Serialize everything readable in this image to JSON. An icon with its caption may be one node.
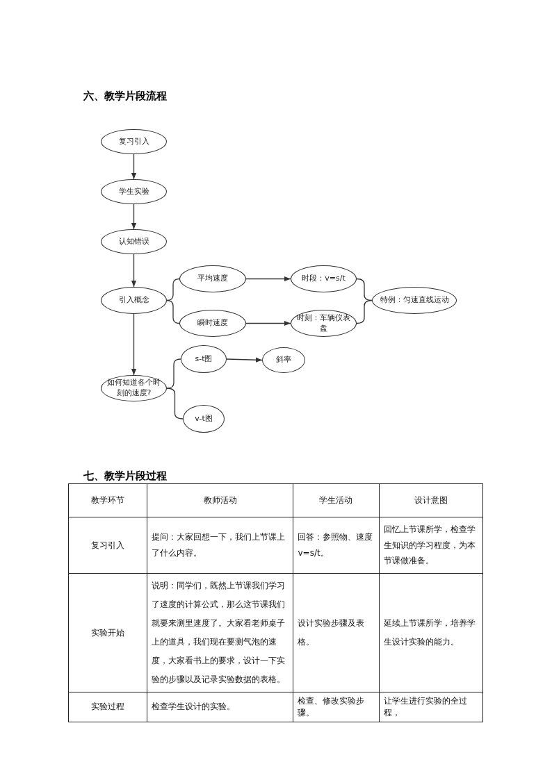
{
  "diagram": {
    "title": "六、教学片段流程",
    "nodes": [
      {
        "text": [
          "复习引入"
        ]
      },
      {
        "text": [
          "学生实验"
        ]
      },
      {
        "text": [
          "认知错误"
        ]
      },
      {
        "text": [
          "引入概念"
        ]
      },
      {
        "text": [
          "平均速度"
        ]
      },
      {
        "text": [
          "瞬时速度"
        ]
      },
      {
        "text": [
          "时段：v=s/t"
        ]
      },
      {
        "text": [
          "时刻：车辆仪表盘"
        ]
      },
      {
        "text": [
          "特例：匀速直线运动"
        ]
      },
      {
        "text": [
          "如何知道各个时刻的速度?"
        ]
      },
      {
        "text": [
          "s-t图"
        ]
      },
      {
        "text": [
          "斜率"
        ]
      },
      {
        "text": [
          "v-t图"
        ]
      }
    ],
    "edges": [
      {
        "from": 0,
        "to": 1,
        "arrow": "to"
      },
      {
        "from": 1,
        "to": 2,
        "arrow": "to"
      },
      {
        "from": 2,
        "to": 3,
        "arrow": "to"
      },
      {
        "from": 3,
        "to": 4,
        "arrow": "none"
      },
      {
        "from": 3,
        "to": 5,
        "arrow": "none"
      },
      {
        "from": 4,
        "to": 6,
        "arrow": "to"
      },
      {
        "from": 5,
        "to": 7,
        "arrow": "to"
      },
      {
        "from": 6,
        "to": 8,
        "arrow": "none"
      },
      {
        "from": 7,
        "to": 8,
        "arrow": "none"
      },
      {
        "from": 3,
        "to": 9,
        "arrow": "to"
      },
      {
        "from": 9,
        "to": 10,
        "arrow": "none"
      },
      {
        "from": 9,
        "to": 12,
        "arrow": "none"
      },
      {
        "from": 10,
        "to": 11,
        "arrow": "to"
      }
    ],
    "labels": [
      "七、教学片段过程",
      "教学环节",
      "教师活动",
      "学生活动",
      "设计意图",
      "复习引入",
      "提问：大家回想一下，我们上节课上了什么内容。",
      "回答：参照物、速度v=s/t。",
      "回忆上节课所学，检查学生知识的学习程度，为本节课做准备。",
      "实验开始",
      "说明：同学们，既然上节课我们学习了速度的计算公式，那么这节课我们就要来测里速度了。大家看老师桌子上的道具，我们现在要测气泡的速度，大家看书上的要求，设计一下实验的步骤以及记录实验数据的表格。",
      "设计实验步骤及表格。",
      "延续上节课所学，培养学生设计实验的能力。",
      "实验过程",
      "检查学生设计的实验。",
      "检查、修改实验步骤。",
      "让学生进行实验的全过程，"
    ]
  }
}
